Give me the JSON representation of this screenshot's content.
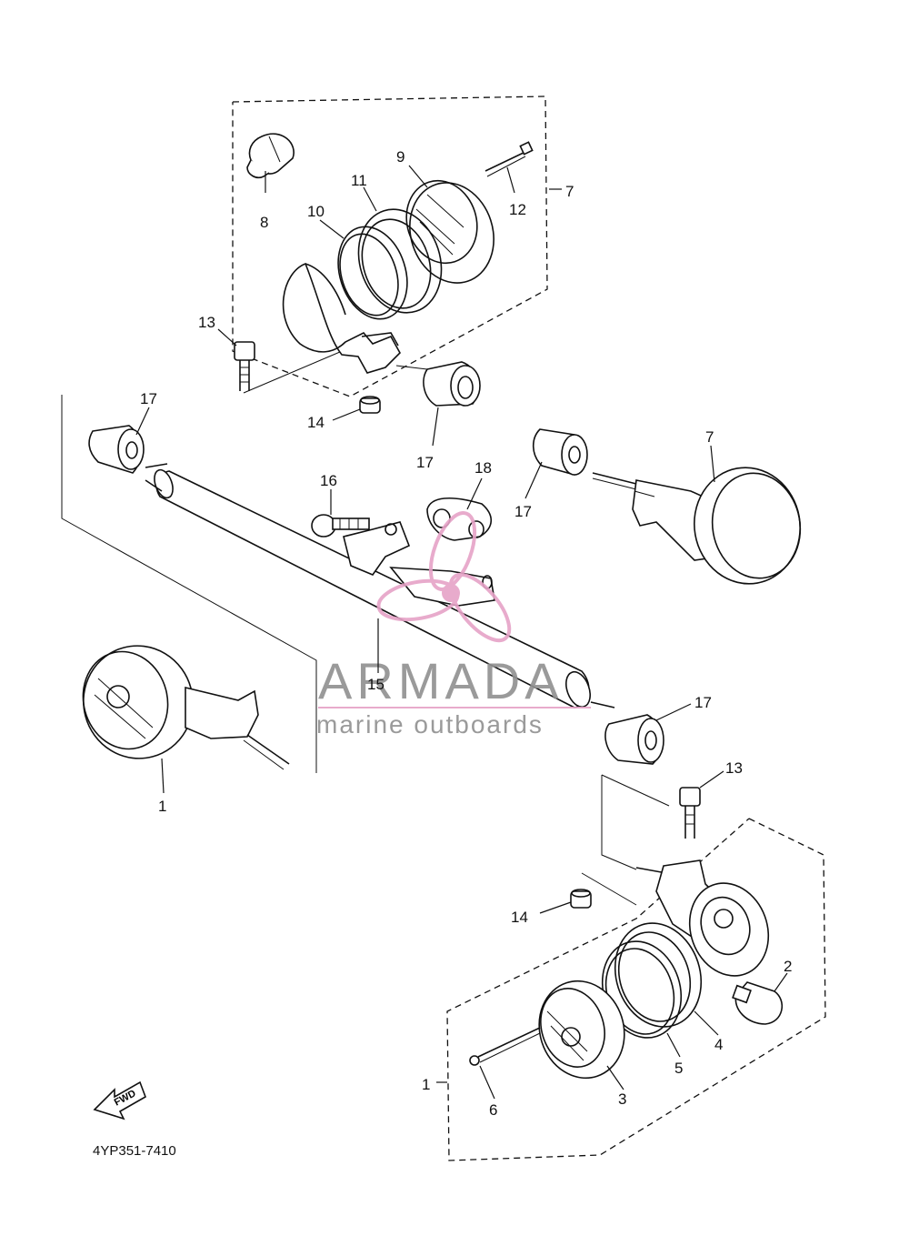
{
  "diagram": {
    "part_code": "4YP351-7410",
    "fwd_label": "FWD",
    "watermark": {
      "title": "ARMADA",
      "subtitle": "marine outboards",
      "accent_color": "#e6a3c7",
      "text_color": "#909090"
    },
    "callouts": [
      {
        "id": "c8",
        "text": "8"
      },
      {
        "id": "c9",
        "text": "9"
      },
      {
        "id": "c10",
        "text": "10"
      },
      {
        "id": "c11",
        "text": "11"
      },
      {
        "id": "c12",
        "text": "12"
      },
      {
        "id": "c7a",
        "text": "7"
      },
      {
        "id": "c13a",
        "text": "13"
      },
      {
        "id": "c14a",
        "text": "14"
      },
      {
        "id": "c17a",
        "text": "17"
      },
      {
        "id": "c17b",
        "text": "17"
      },
      {
        "id": "c17c",
        "text": "17"
      },
      {
        "id": "c7b",
        "text": "7"
      },
      {
        "id": "c16",
        "text": "16"
      },
      {
        "id": "c18",
        "text": "18"
      },
      {
        "id": "c15",
        "text": "15"
      },
      {
        "id": "c17d",
        "text": "17"
      },
      {
        "id": "c1a",
        "text": "1"
      },
      {
        "id": "c13b",
        "text": "13"
      },
      {
        "id": "c14b",
        "text": "14"
      },
      {
        "id": "c2",
        "text": "2"
      },
      {
        "id": "c4",
        "text": "4"
      },
      {
        "id": "c5",
        "text": "5"
      },
      {
        "id": "c3",
        "text": "3"
      },
      {
        "id": "c1b",
        "text": "1"
      },
      {
        "id": "c6",
        "text": "6"
      }
    ]
  }
}
